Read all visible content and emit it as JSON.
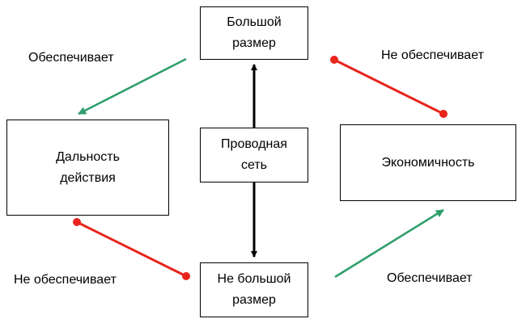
{
  "nodes": {
    "top": "Большой\nразмер",
    "left": "Дальность\nдействия",
    "center": "Проводная\nсеть",
    "right": "Экономичность",
    "bottom": "Не большой\nразмер"
  },
  "labels": {
    "top_left": "Обеспечивает",
    "top_right": "Не обеспечивает",
    "bottom_left": "Не обеспечивает",
    "bottom_right": "Обеспечивает"
  },
  "colors": {
    "provides": "#2e9e6a",
    "not_provides": "#e8241c",
    "neutral": "#000000"
  }
}
